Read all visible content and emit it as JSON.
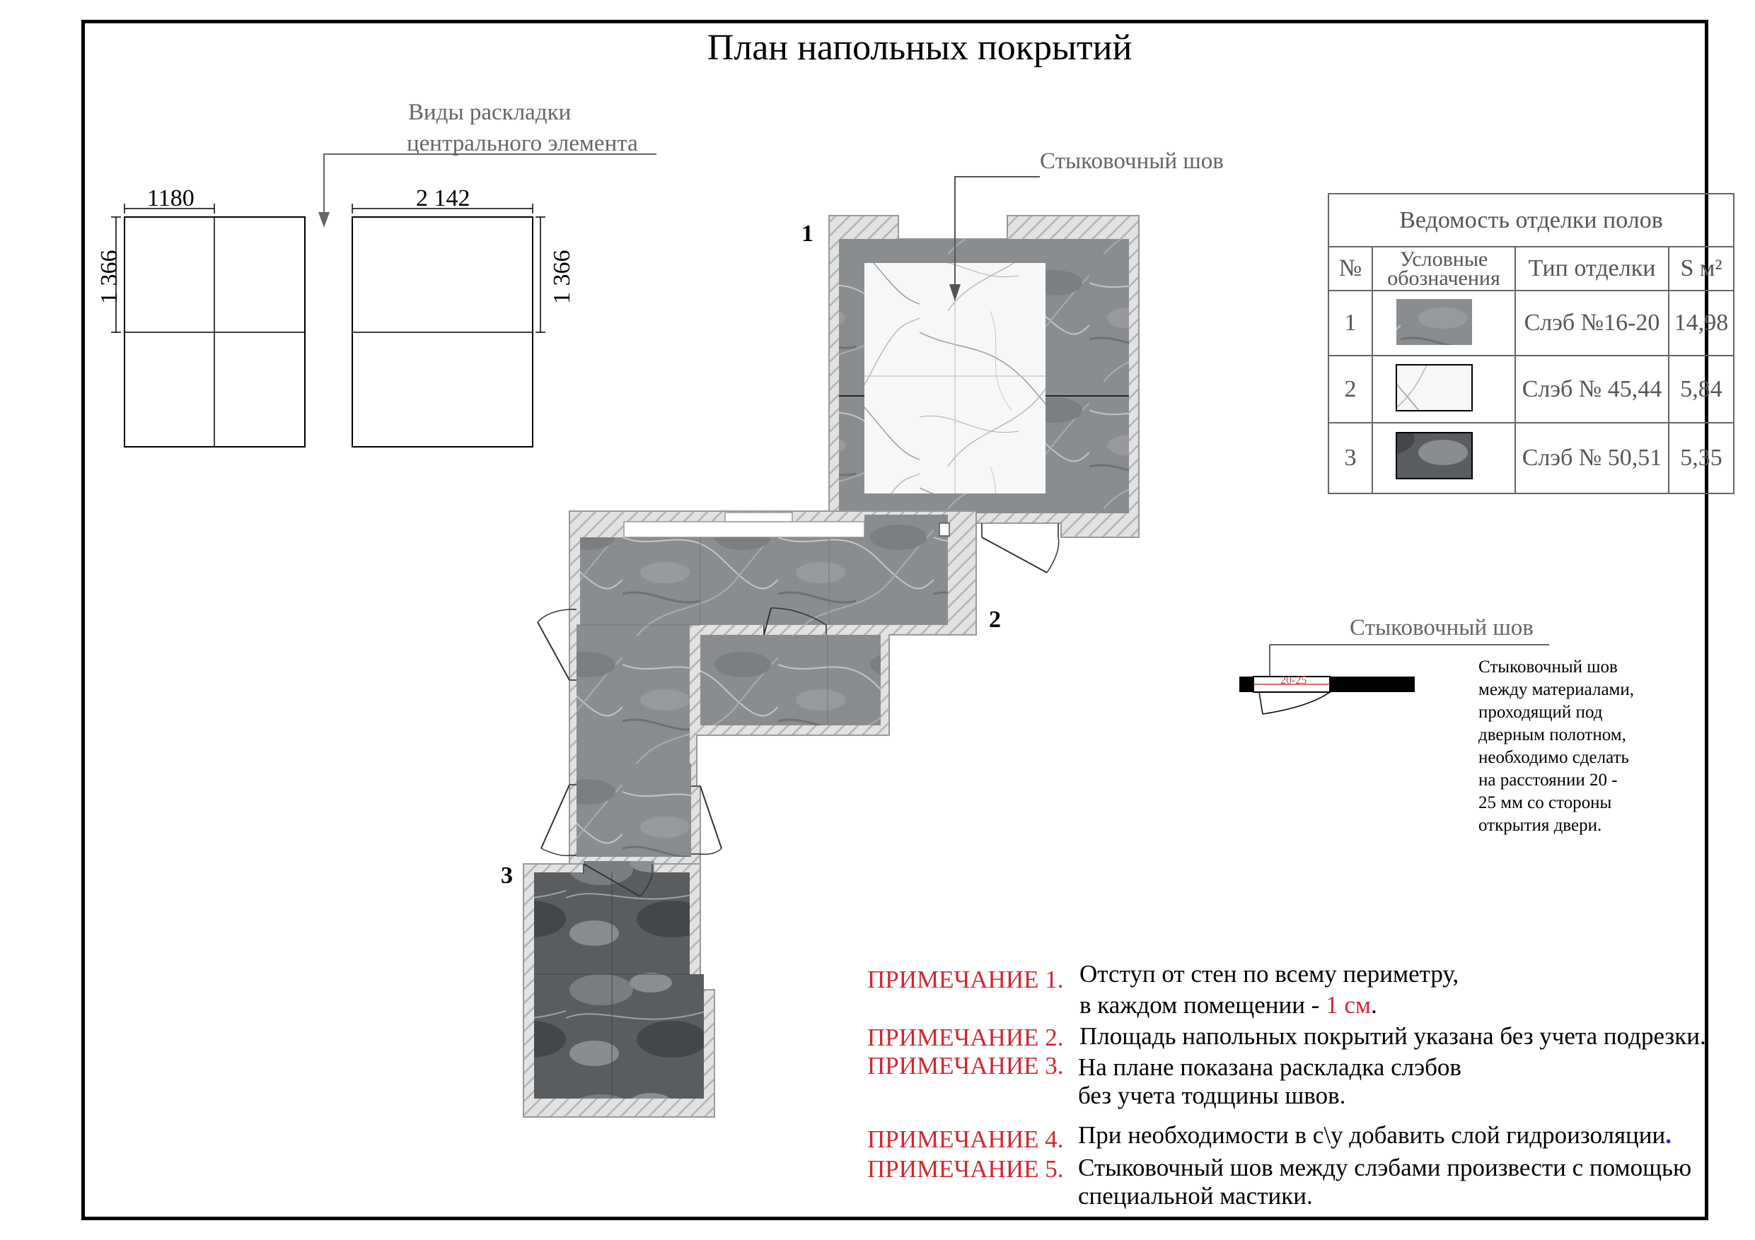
{
  "title": "План напольных покрытий",
  "layout_views": {
    "caption_line1": "Виды раскладки",
    "caption_line2": "центрального элемента",
    "view1": {
      "width_label": "1180",
      "height_label": "1 366"
    },
    "view2": {
      "width_label": "2 142",
      "height_label": "1 366"
    }
  },
  "seam_label_top": "Стыковочный шов",
  "room_labels": [
    "1",
    "2",
    "3"
  ],
  "plan_dims": {
    "left_gap": "200",
    "right_gap": "790"
  },
  "finish_table": {
    "title": "Ведомость отделки полов",
    "headers": {
      "num": "№",
      "legend": "Условные обозначения",
      "type": "Тип отделки",
      "area": "S м²"
    },
    "rows": [
      {
        "num": "1",
        "type": "Слэб №16-20",
        "area": "14,98"
      },
      {
        "num": "2",
        "type": "Слэб № 45,44",
        "area": "5,84"
      },
      {
        "num": "3",
        "type": "Слэб № 50,51",
        "area": "5,35"
      }
    ]
  },
  "seam_detail": {
    "title": "Стыковочный шов",
    "dim_label": "20-25",
    "text": [
      "Стыковочный шов",
      "между материалами,",
      "проходящий под",
      "дверным полотном,",
      "необходимо сделать",
      "на расстоянии 20 -",
      "25 мм со стороны",
      "открытия двери."
    ]
  },
  "notes": [
    {
      "label": "ПРИМЕЧАНИЕ 1.",
      "line1": "Отступ от стен по всему периметру,",
      "line2_prefix": "в каждом помещении - ",
      "line2_highlight": "1 см",
      "line2_suffix": "."
    },
    {
      "label": "ПРИМЕЧАНИЕ 2.",
      "line1": "Площадь напольных покрытий указана без учета подрезки."
    },
    {
      "label": "ПРИМЕЧАНИЕ 3.",
      "line1": "На плане показана раскладка слэбов",
      "line2": "без учета тодщины швов."
    },
    {
      "label": "ПРИМЕЧАНИЕ 4.",
      "line1": "При необходимости в с\\у добавить слой гидроизоляции",
      "line1_suffix": "."
    },
    {
      "label": "ПРИМЕЧАНИЕ 5.",
      "line1": "Стыковочный шов между слэбами произвести с помощью",
      "line2": "специальной мастики."
    }
  ],
  "colors": {
    "note_red": "#d0282e",
    "caption_grey": "#666666",
    "hatch": "#bdbdbd"
  }
}
